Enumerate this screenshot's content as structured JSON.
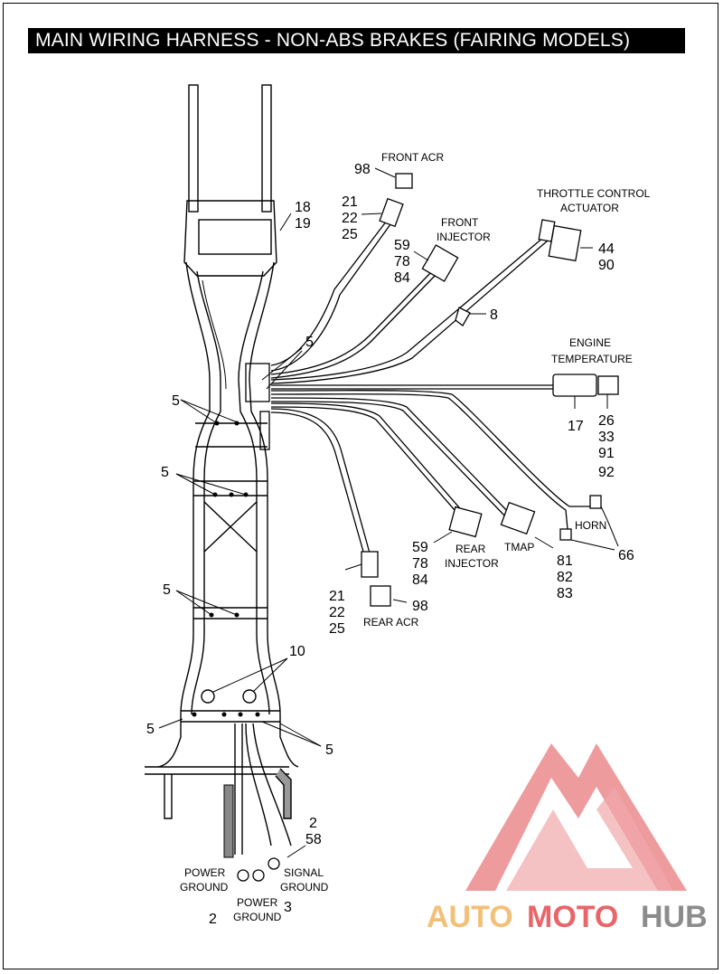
{
  "title": "MAIN WIRING HARNESS - NON-ABS BRAKES (FAIRING MODELS)",
  "components": {
    "front_acr": "FRONT ACR",
    "throttle_line1": "THROTTLE CONTROL",
    "throttle_line2": "ACTUATOR",
    "front_inj_line1": "FRONT",
    "front_inj_line2": "INJECTOR",
    "engine_temp_line1": "ENGINE",
    "engine_temp_line2": "TEMPERATURE",
    "horn": "HORN",
    "tmap": "TMAP",
    "rear_inj_line1": "REAR",
    "rear_inj_line2": "INJECTOR",
    "rear_acr": "REAR ACR",
    "power_ground_left_1": "POWER",
    "power_ground_left_2": "GROUND",
    "power_ground_mid_1": "POWER",
    "power_ground_mid_2": "GROUND",
    "signal_ground_1": "SIGNAL",
    "signal_ground_2": "GROUND"
  },
  "callouts": {
    "front_acr_num": "98",
    "front_acr_conn": [
      "21",
      "22",
      "25"
    ],
    "frame_part": [
      "18",
      "19"
    ],
    "front_inj": [
      "59",
      "78",
      "84"
    ],
    "throttle": [
      "44",
      "90"
    ],
    "clip": "8",
    "harness_clip": "5",
    "engine_temp_sensor": "17",
    "engine_temp_conn": [
      "26",
      "33",
      "91",
      "92"
    ],
    "horn": "66",
    "tmap": [
      "81",
      "82",
      "83"
    ],
    "rear_inj": [
      "59",
      "78",
      "84"
    ],
    "rear_acr_conn": [
      "21",
      "22",
      "25"
    ],
    "rear_acr_num": "98",
    "grommet": "10",
    "signal_ground": [
      "2",
      "58"
    ],
    "power_ground_left": "2",
    "power_ground_mid": "3"
  },
  "watermark": {
    "part1": "AUTO",
    "part2": "MOTO",
    "part3": "HUB",
    "color_light": "#f3c07a",
    "color_red": "#e8656a",
    "color_gray": "#8c8c8c"
  }
}
